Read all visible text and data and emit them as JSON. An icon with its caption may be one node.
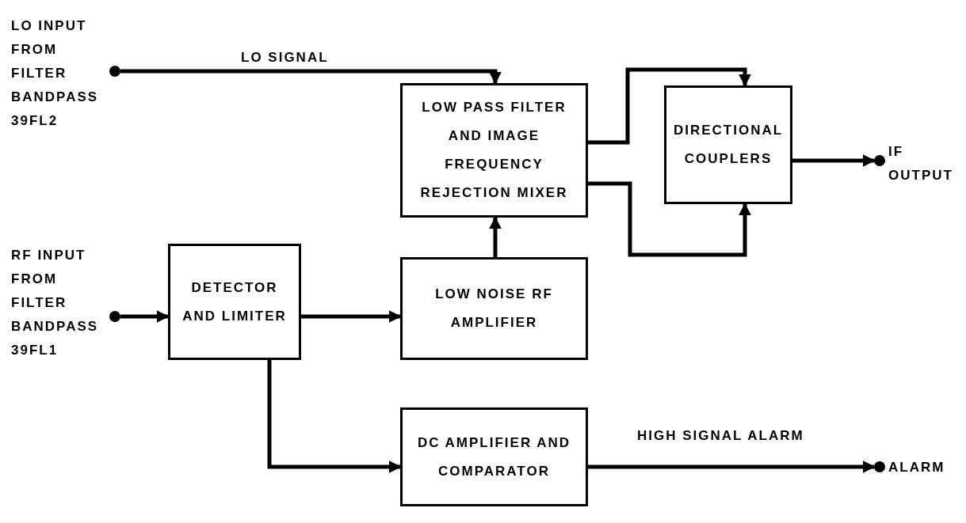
{
  "diagram": {
    "nodes": [
      {
        "text": [
          "LO INPUT FROM FILTER BANDPASS 39FL2"
        ]
      },
      {
        "text": [
          "LOW PASS FILTER AND IMAGE FREQUENCY REJECTION MIXER"
        ]
      },
      {
        "text": [
          "DIRECTIONAL COUPLERS"
        ]
      },
      {
        "text": [
          "IF OUTPUT"
        ]
      },
      {
        "text": [
          "RF INPUT FROM FILTER BANDPASS 39FL1"
        ]
      },
      {
        "text": [
          "DETECTOR AND LIMITER"
        ]
      },
      {
        "text": [
          "LOW NOISE RF AMPLIFIER"
        ]
      },
      {
        "text": [
          "DC AMPLIFIER AND COMPARATOR"
        ]
      },
      {
        "text": [
          "ALARM"
        ]
      }
    ],
    "edges": [
      {
        "from": 0,
        "to": 1,
        "arrow": "to",
        "label": "LO SIGNAL"
      },
      {
        "from": 4,
        "to": 5,
        "arrow": "to"
      },
      {
        "from": 5,
        "to": 6,
        "arrow": "to"
      },
      {
        "from": 6,
        "to": 1,
        "arrow": "to"
      },
      {
        "from": 1,
        "to": 2,
        "arrow": "to"
      },
      {
        "from": 1,
        "to": 2,
        "arrow": "to"
      },
      {
        "from": 2,
        "to": 3,
        "arrow": "to"
      },
      {
        "from": 5,
        "to": 7,
        "arrow": "to"
      },
      {
        "from": 7,
        "to": 8,
        "arrow": "to",
        "label": "HIGH SIGNAL ALARM"
      }
    ]
  }
}
